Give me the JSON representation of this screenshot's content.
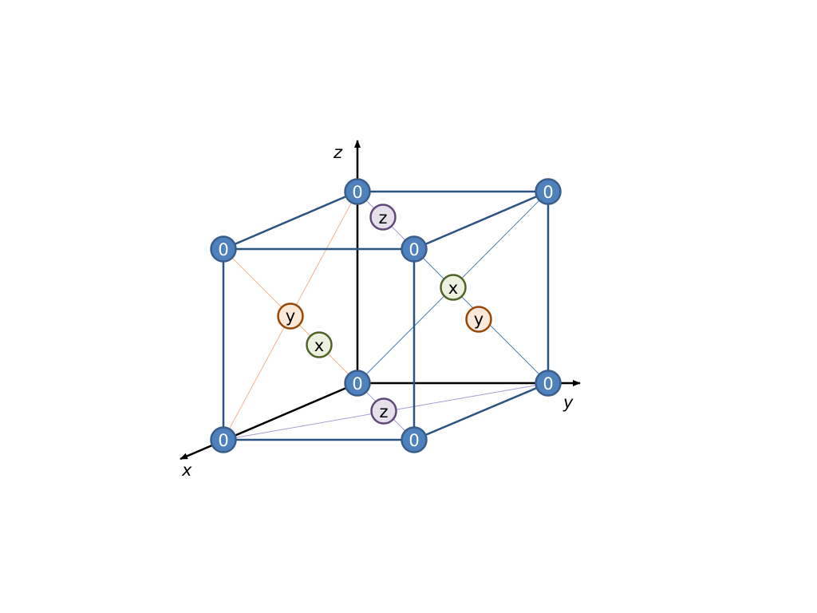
{
  "axes": {
    "x_label": "x",
    "y_label": "y",
    "z_label": "z"
  },
  "corner_label": "0",
  "face_centers": [
    {
      "id": "top",
      "label": "z"
    },
    {
      "id": "bottom",
      "label": "z"
    },
    {
      "id": "left",
      "label": "y"
    },
    {
      "id": "right",
      "label": "y"
    },
    {
      "id": "front",
      "label": "x"
    },
    {
      "id": "back",
      "label": "x"
    }
  ],
  "colors": {
    "corner_fill": "#4f81bd",
    "corner_stroke": "#385d8a",
    "edge": "#2c5282",
    "axis": "#000000",
    "x_fill": "#ebf1de",
    "x_stroke": "#4f6228",
    "y_fill": "#fde9d9",
    "y_stroke": "#974706",
    "z_fill": "#e5e0ec",
    "z_stroke": "#5f497a",
    "diag_x": "#4a7ebb",
    "diag_y": "#f6b38a",
    "diag_z": "#a99bd1"
  }
}
